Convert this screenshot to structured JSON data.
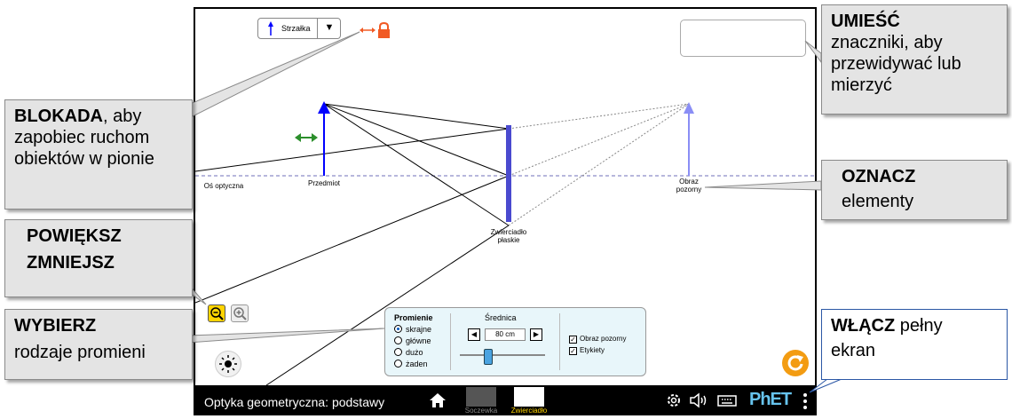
{
  "sim": {
    "object_selector": {
      "label": "Strzałka",
      "dropdown_glyph": "▼"
    },
    "labels": {
      "optical_axis": "Oś optyczna",
      "object": "Przedmiot",
      "virtual_image_line1": "Obraz",
      "virtual_image_line2": "pozorny",
      "mirror_line1": "Zwierciadło",
      "mirror_line2": "płaskie"
    },
    "rays_panel": {
      "title": "Promienie",
      "options": [
        {
          "label": "skrajne",
          "selected": true
        },
        {
          "label": "główne",
          "selected": false
        },
        {
          "label": "dużo",
          "selected": false
        },
        {
          "label": "żaden",
          "selected": false
        }
      ]
    },
    "diameter": {
      "title": "Średnica",
      "value": "80 cm",
      "dec_glyph": "◀",
      "inc_glyph": "▶",
      "slider_fraction": 0.3
    },
    "checkboxes": [
      {
        "label": "Obraz pozorny",
        "checked": true
      },
      {
        "label": "Etykiety",
        "checked": true
      }
    ],
    "navbar": {
      "title": "Optyka geometryczna: podstawy",
      "tabs": [
        {
          "label": "Soczewka",
          "active": false
        },
        {
          "label": "Zwierciadło",
          "active": true
        }
      ],
      "logo": "PhET"
    },
    "icons": [
      "home-icon",
      "settings-icon",
      "sound-icon",
      "keyboard-icon",
      "kebab-menu-icon",
      "lock-icon",
      "ruler-icon",
      "marker-icon",
      "zoom-in-icon",
      "zoom-out-icon",
      "brightness-icon",
      "reset-icon"
    ],
    "colors": {
      "accent_yellow": "#ffd400",
      "object_blue": "#0000ff",
      "image_blue": "#8a8ef5",
      "mirror_blue": "#4a4acf",
      "lock_orange": "#f15a24",
      "reset_orange": "#f39c12",
      "panel_bg": "#e8f6fa"
    }
  },
  "callouts": {
    "lock": {
      "bold": "BLOKADA",
      "text": ", aby zapobiec ruchom obiektów w pionie"
    },
    "zoom": {
      "bold1": "POWIĘKSZ",
      "bold2": "ZMNIEJSZ"
    },
    "rays": {
      "bold": "WYBIERZ",
      "text": "rodzaje promieni"
    },
    "markers": {
      "bold": "UMIEŚĆ",
      "text": "znaczniki, aby przewidywać lub mierzyć"
    },
    "labels": {
      "bold": "OZNACZ",
      "text": "elementy"
    },
    "fullscreen": {
      "bold": "WŁĄCZ",
      "text1": " pełny",
      "text2": "ekran"
    }
  }
}
